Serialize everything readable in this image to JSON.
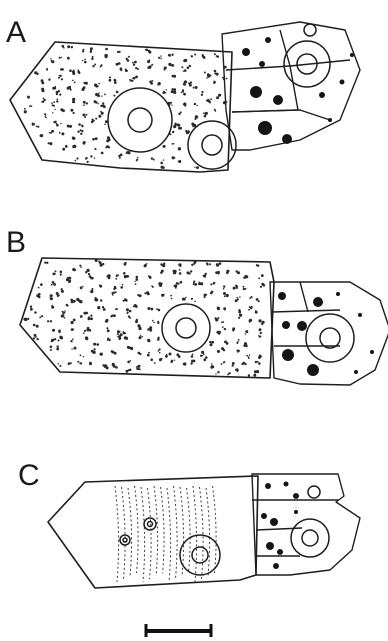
{
  "figure": {
    "panels": [
      {
        "id": "A",
        "label": "A"
      },
      {
        "id": "B",
        "label": "B"
      },
      {
        "id": "C",
        "label": "C"
      }
    ]
  },
  "colors": {
    "ink": "#1e1e1e",
    "background": "#ffffff"
  }
}
